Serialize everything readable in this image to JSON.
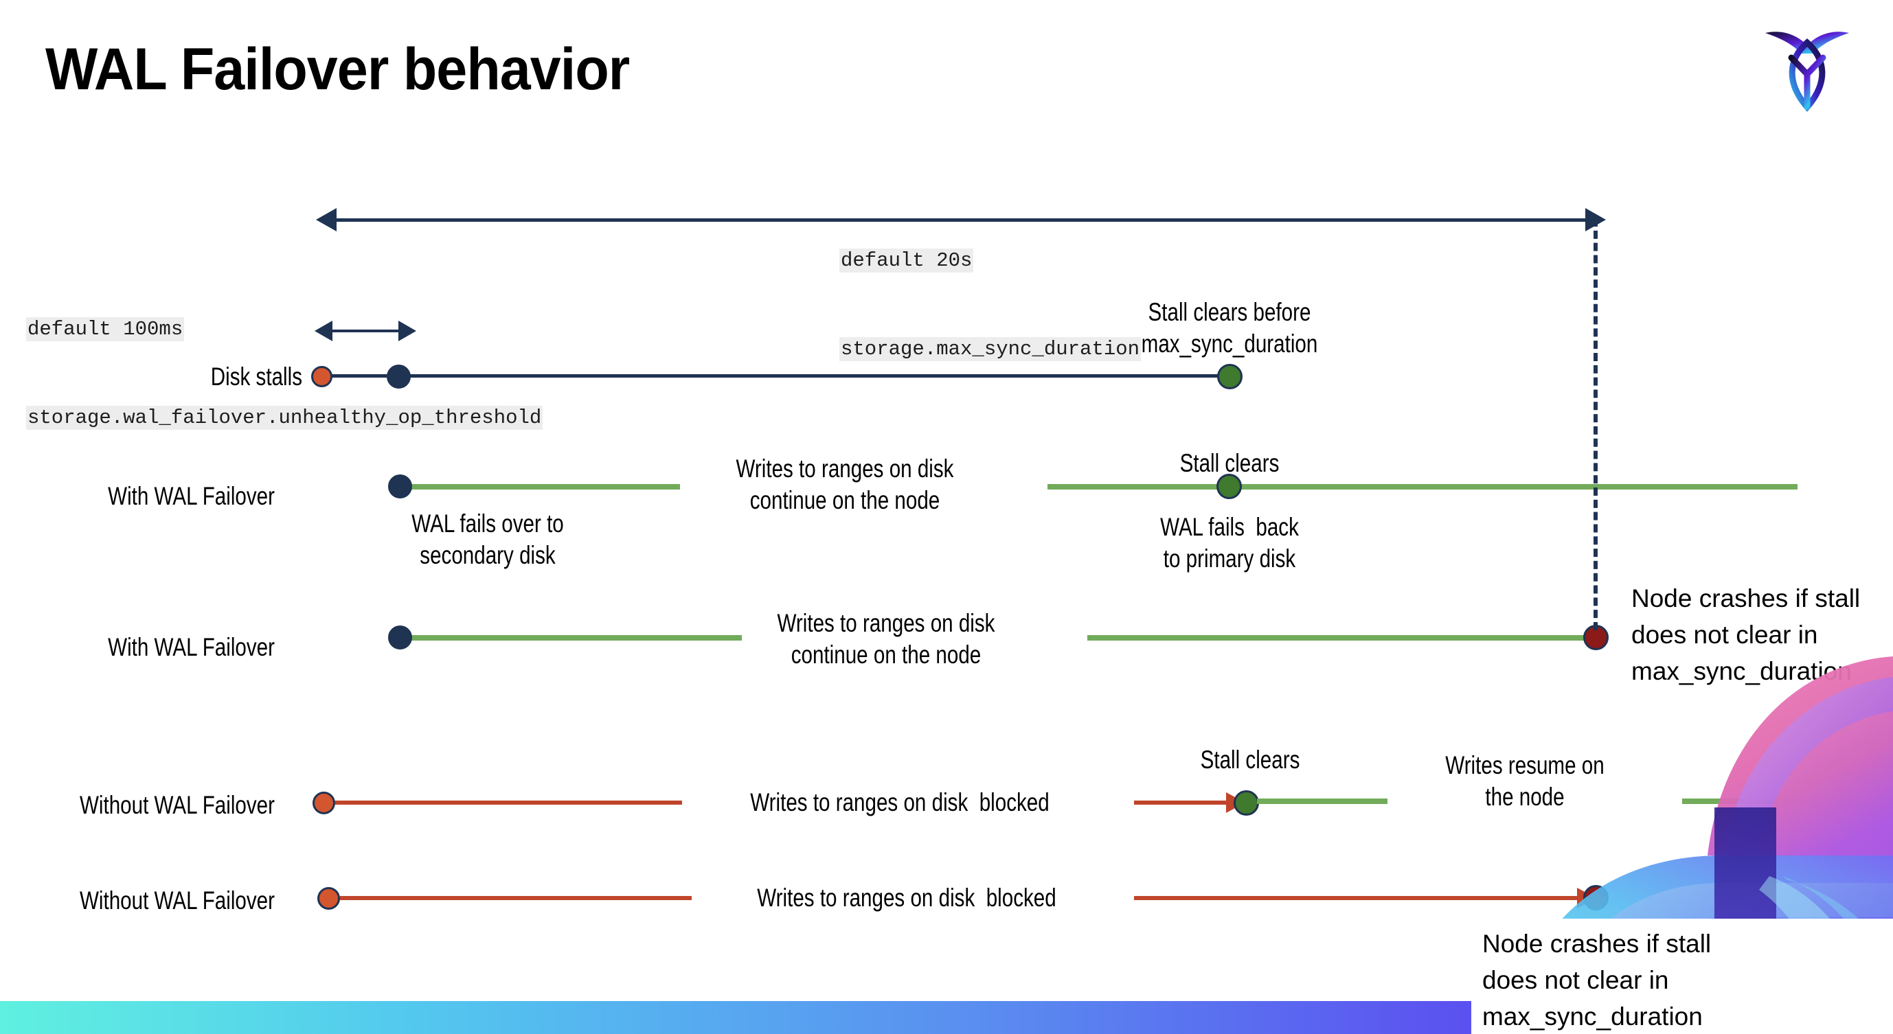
{
  "slide": {
    "title": "WAL Failover behavior",
    "logo_name": "cockroachdb-logo"
  },
  "annotations": {
    "max_sync": {
      "line1": "default 20s",
      "line2": "storage.max_sync_duration"
    },
    "unhealthy": {
      "line1": "default 100ms",
      "line2": "storage.wal_failover.unhealthy_op_threshold"
    }
  },
  "rows": [
    {
      "label": "Disk stalls",
      "callout_right": "Stall clears before\nmax_sync_duration"
    },
    {
      "label": "With WAL Failover",
      "note_start": "WAL fails over to\nsecondary disk",
      "note_middle": "Writes to ranges on disk\ncontinue on the node",
      "note_clear": "Stall clears",
      "note_back": "WAL fails  back\nto primary disk"
    },
    {
      "label": "With WAL Failover",
      "note_middle": "Writes to ranges on disk\ncontinue on the node",
      "note_crash": "Node crashes if stall\ndoes not clear in\nmax_sync_duration"
    },
    {
      "label": "Without WAL Failover",
      "note_blocked": "Writes to ranges on disk  blocked",
      "note_clear": "Stall clears",
      "note_resume": "Writes resume on\nthe node"
    },
    {
      "label": "Without WAL Failover",
      "note_blocked": "Writes to ranges on disk  blocked",
      "note_crash": "Node crashes if stall\ndoes not clear in\nmax_sync_duration"
    }
  ],
  "colors": {
    "navy": "#1f3353",
    "green": "#72ab5a",
    "red_line": "#c0452a",
    "orange_dot": "#d4562f",
    "green_dot": "#3f7a2e",
    "dark_red_dot": "#8c1a18",
    "code_chip_bg": "#ededed"
  }
}
